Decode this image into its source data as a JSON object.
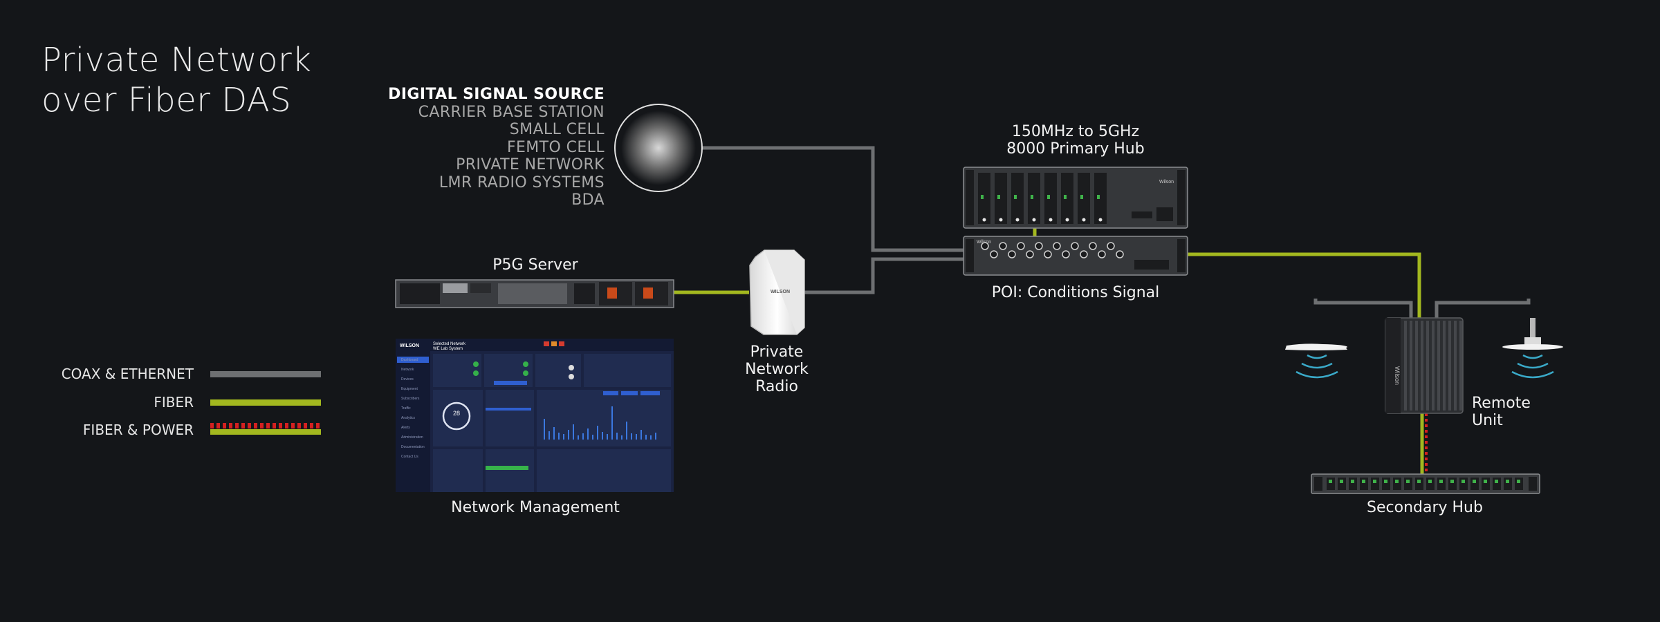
{
  "title": {
    "line1": "Private Network",
    "line2": "over Fiber DAS"
  },
  "signal_source": {
    "heading": "DIGITAL SIGNAL SOURCE",
    "items": [
      "CARRIER BASE STATION",
      "SMALL CELL",
      "FEMTO  CELL",
      "PRIVATE NETWORK",
      "LMR RADIO SYSTEMS",
      "BDA"
    ]
  },
  "labels": {
    "p5g_server": "P5G Server",
    "network_management": "Network Management",
    "private_radio": [
      "Private",
      "Network",
      "Radio"
    ],
    "primary_hub": [
      "150MHz to 5GHz",
      "8000 Primary Hub"
    ],
    "poi": "POI: Conditions Signal",
    "remote_unit": [
      "Remote",
      "Unit"
    ],
    "secondary_hub": "Secondary Hub",
    "radio_brand": "WILSON",
    "hub_brand": "Wilson"
  },
  "legend": [
    {
      "label": "COAX & ETHERNET",
      "color": "#6e7072",
      "style": "solid"
    },
    {
      "label": "FIBER",
      "color": "#a3b81f",
      "style": "solid"
    },
    {
      "label": "FIBER & POWER",
      "color": "#d42020",
      "color2": "#a3b81f",
      "style": "dashed-double"
    }
  ],
  "dashboard": {
    "brand": "WILSON",
    "network_title": [
      "Selected Network",
      "WE Lab System"
    ],
    "gauge_value": "28",
    "menu": [
      "Dashboard",
      "Network",
      "Devices",
      "Equipment",
      "Subscribers",
      "Traffic",
      "Analytics",
      "Alerts",
      "Administration",
      "Documentation",
      "Contact Us"
    ]
  },
  "colors": {
    "background": "#141619",
    "coax": "#6e7072",
    "fiber": "#a3b81f",
    "power": "#d42020",
    "wave": "#3aa9c8"
  }
}
